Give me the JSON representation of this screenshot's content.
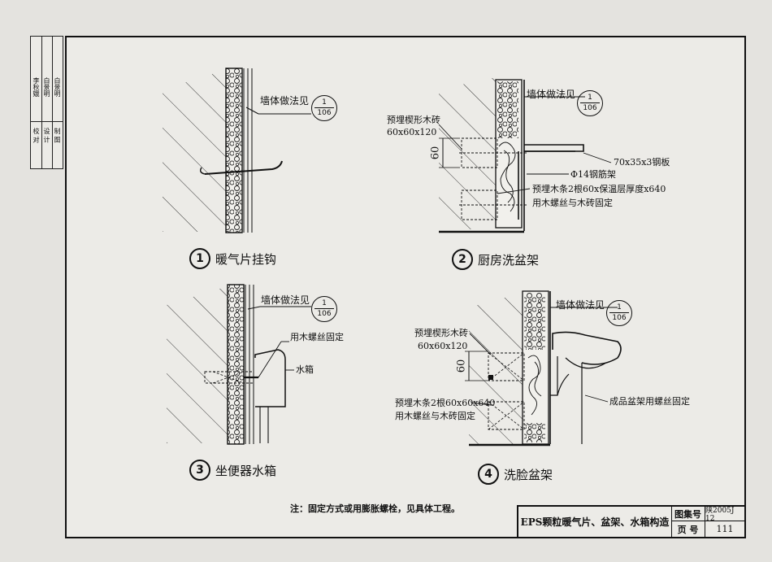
{
  "wall_ref": {
    "label": "墙体做法见",
    "num": "1",
    "page": "106"
  },
  "details": [
    {
      "num": "1",
      "name": "暖气片挂钩"
    },
    {
      "num": "2",
      "name": "厨房洗盆架",
      "labels": {
        "brick": "预埋楔形木砖",
        "brick_size": "60x60x120",
        "dim": "60",
        "plate": "70x35x3钢板",
        "rebar": "Φ14钢筋架",
        "wood": "预埋木条2根60x保温层厚度x640",
        "screw": "用木螺丝与木砖固定"
      }
    },
    {
      "num": "3",
      "name": "坐便器水箱",
      "labels": {
        "screw": "用木螺丝固定",
        "tank": "水箱"
      }
    },
    {
      "num": "4",
      "name": "洗脸盆架",
      "labels": {
        "brick": "预埋楔形木砖",
        "brick_size": "60x60x120",
        "dim": "60",
        "wood": "预埋木条2根60x60x640",
        "screw": "用木螺丝与木砖固定",
        "bracket": "成品盆架用螺丝固定"
      }
    }
  ],
  "note": "注：固定方式或用膨胀螺栓，见具体工程。",
  "titleblock": {
    "name": "EPS颗粒暖气片、盆架、水箱构造",
    "atlas_label": "图集号",
    "atlas_value": "陕2005J 12",
    "page_label": "页  号",
    "page_value": "111"
  },
  "sidestrip": [
    "校 对",
    "设 计",
    "制 图",
    "李秋娥",
    "白景明",
    "白景明"
  ]
}
